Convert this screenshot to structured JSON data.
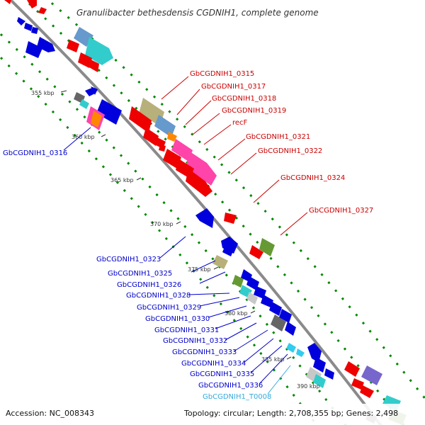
{
  "title": "Granulibacter bethesdensis CGDNIH1, complete genome",
  "footer": {
    "accession": "Accession: NC_008343",
    "summary": "Topology: circular; Length: 2,708,355 bp; Genes: 2,498"
  },
  "colors": {
    "forward_label": "#cc0000",
    "reverse_label": "#0000cc",
    "trna_label": "#33aadd",
    "backbone": "#909090",
    "dot_track": "#008800"
  },
  "ticks": [
    "355 kbp",
    "360 kbp",
    "365 kbp",
    "370 kbp",
    "375 kbp",
    "380 kbp",
    "385 kbp",
    "390 kbp"
  ],
  "forward_labels": [
    "GbCGDNIH1_0315",
    "GbCGDNIH1_0317",
    "GbCGDNIH1_0318",
    "GbCGDNIH1_0319",
    "recF",
    "GbCGDNIH1_0321",
    "GbCGDNIH1_0322",
    "GbCGDNIH1_0324",
    "GbCGDNIH1_0327"
  ],
  "reverse_labels": [
    "GbCGDNIH1_0316",
    "GbCGDNIH1_0323",
    "GbCGDNIH1_0325",
    "GbCGDNIH1_0326",
    "GbCGDNIH1_0328",
    "GbCGDNIH1_0329",
    "GbCGDNIH1_0330",
    "GbCGDNIH1_0331",
    "GbCGDNIH1_0332",
    "GbCGDNIH1_0333",
    "GbCGDNIH1_0334",
    "GbCGDNIH1_0335",
    "GbCGDNIH1_0336"
  ],
  "trna_labels": [
    "GbCGDNIH1_T0008"
  ]
}
